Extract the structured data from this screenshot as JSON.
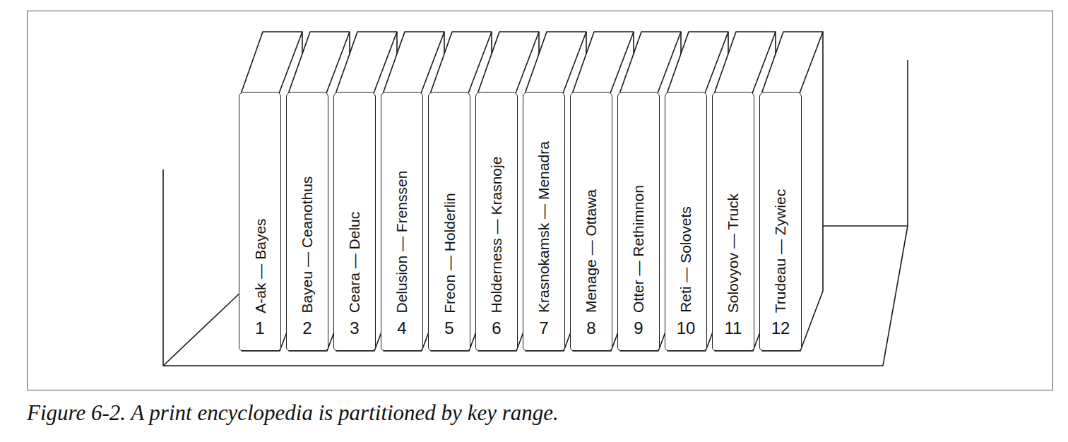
{
  "diagram": {
    "caption": "Figure 6-2. A print encyclopedia is partitioned by key range.",
    "nodes": [
      {
        "text": [
          "A-ak — Bayes",
          "1"
        ]
      },
      {
        "text": [
          "Bayeu — Ceanothus",
          "2"
        ]
      },
      {
        "text": [
          "Ceara — Deluc",
          "3"
        ]
      },
      {
        "text": [
          "Delusion — Frenssen",
          "4"
        ]
      },
      {
        "text": [
          "Freon — Holderlin",
          "5"
        ]
      },
      {
        "text": [
          "Holderness — Krasnoje",
          "6"
        ]
      },
      {
        "text": [
          "Krasnokamsk — Menadra",
          "7"
        ]
      },
      {
        "text": [
          "Menage — Ottawa",
          "8"
        ]
      },
      {
        "text": [
          "Otter — Rethimnon",
          "9"
        ]
      },
      {
        "text": [
          "Reti — Solovets",
          "10"
        ]
      },
      {
        "text": [
          "Solovyov — Truck",
          "11"
        ]
      },
      {
        "text": [
          "Trudeau — Zywiec",
          "12"
        ]
      }
    ]
  }
}
